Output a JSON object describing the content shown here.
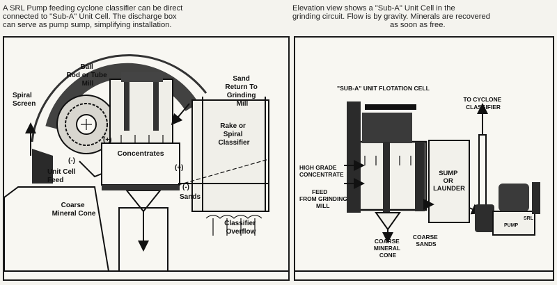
{
  "captions": {
    "left": {
      "line1": "A        SRL Pump feeding cyclone classifier can be direct",
      "line2": "connected to          \"Sub-A\" Unit Cell. The discharge box",
      "line3": "can serve as pump sump, simplifying installation."
    },
    "right": {
      "line1": "Elevation view shows a          \"Sub-A\" Unit Cell in the",
      "line2": "grinding circuit. Flow is by gravity. Minerals are recovered",
      "line3": "as soon as free."
    }
  },
  "left_diagram": {
    "ball_mill": [
      "Ball",
      "Rod or Tube",
      "Mill"
    ],
    "spiral_screen": [
      "Spiral",
      "Screen"
    ],
    "sand_return": [
      "Sand",
      "Return To",
      "Grinding",
      "Mill"
    ],
    "classifier": [
      "Rake or",
      "Spiral",
      "Classifier"
    ],
    "concentrates": "Concentrates",
    "minus1": "(-)",
    "plus1": "(+)",
    "plus2": "(+)",
    "minus2": "(-)",
    "unit_cell_feed": [
      "Unit Cell",
      "Feed"
    ],
    "sands": "Sands",
    "coarse_cone": [
      "Coarse",
      "Mineral Cone"
    ],
    "overflow": [
      "Classifier",
      "Overflow"
    ]
  },
  "right_diagram": {
    "title": "\"SUB-A\" UNIT FLOTATION CELL",
    "to_cyclone": [
      "TO CYCLONE",
      "CLASSIFIER"
    ],
    "high_grade": [
      "HIGH GRADE",
      "CONCENTRATE"
    ],
    "sump": [
      "SUMP",
      "OR",
      "LAUNDER"
    ],
    "feed": [
      "FEED",
      "FROM GRINDING",
      "MILL"
    ],
    "coarse_cone": [
      "COARSE",
      "MINERAL",
      "CONE"
    ],
    "coarse_sands": [
      "COARSE",
      "SANDS"
    ],
    "pump": "PUMP",
    "srl": "SRL"
  }
}
